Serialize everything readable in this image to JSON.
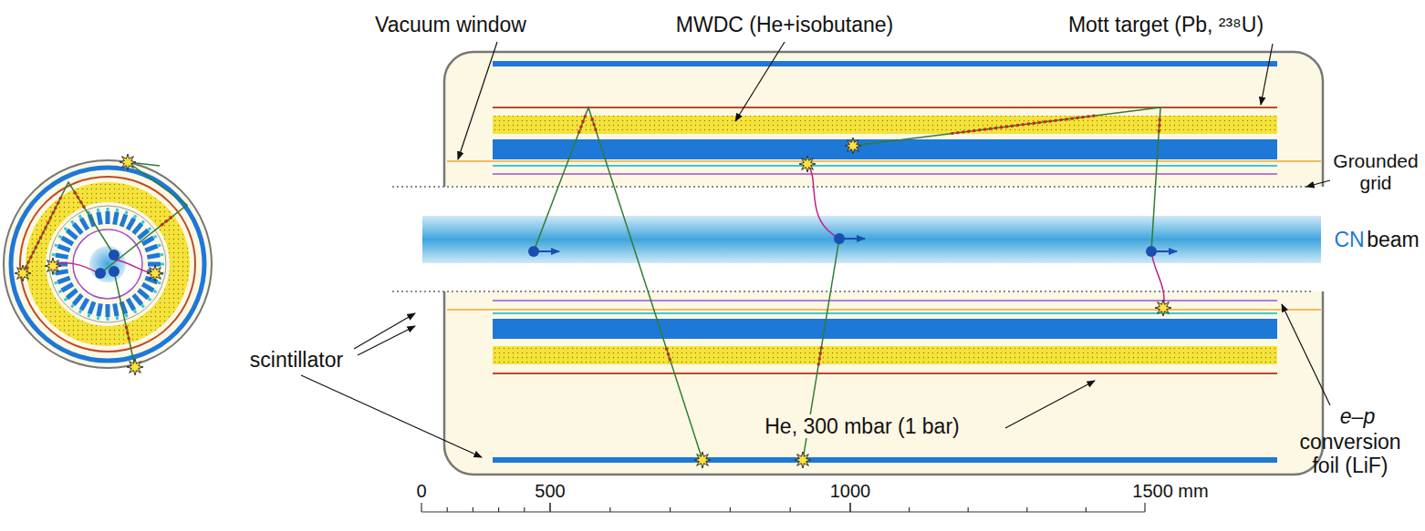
{
  "diagram": {
    "labels": [
      "Vacuum window",
      "MWDC (He+isobutane)",
      "Mott target (Pb, ²³⁸U)",
      "Grounded grid",
      "CN",
      "beam",
      "scintillator",
      "He, 300 mbar (1 bar)",
      "e–p",
      "conversion foil (LiF)",
      "0",
      "500",
      "1000",
      "1500 mm"
    ]
  }
}
